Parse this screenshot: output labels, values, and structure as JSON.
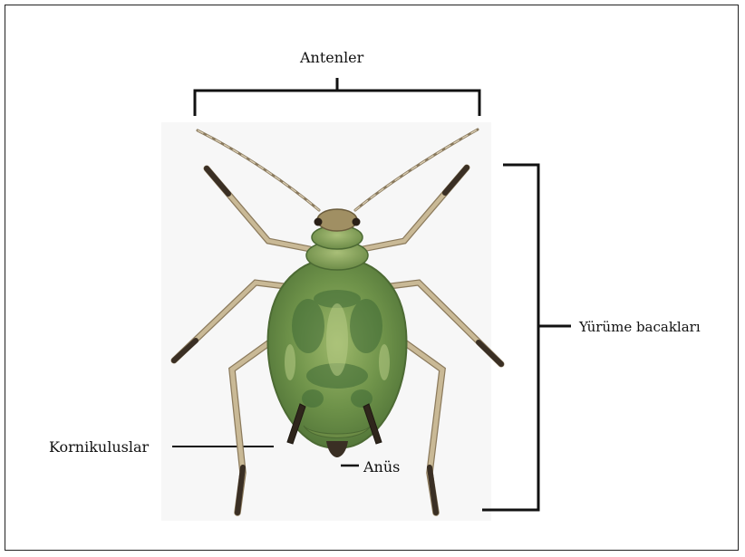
{
  "labels": {
    "antennae": "Antenler",
    "walking_legs": "Yürüme bacakları",
    "cornicles": "Kornikuluslar",
    "anus": "Anüs"
  },
  "colors": {
    "frame": "#222222",
    "bracket": "#111111",
    "body_green": "#7f9e52",
    "body_dark": "#3f6a36",
    "leg": "#b9a98a",
    "leg_dark": "#3a2f24",
    "background_panel": "#f4f4f4"
  }
}
